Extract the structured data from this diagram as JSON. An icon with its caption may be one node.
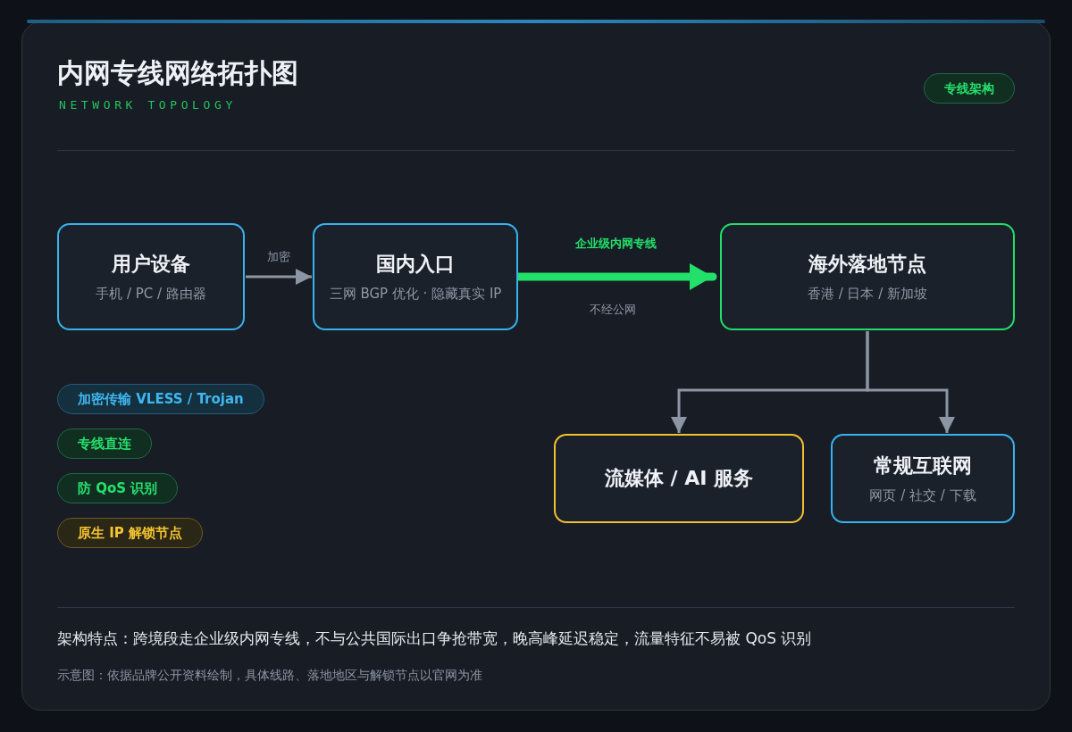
{
  "diagram": {
    "title": "内网专线网络拓扑图",
    "nodes": [
      {
        "text": [
          "专线架构"
        ]
      },
      {
        "text": [
          "用户设备",
          "手机 / PC / 路由器"
        ]
      },
      {
        "text": [
          "国内入口",
          "三网 BGP 优化 · 隐藏真实 IP"
        ]
      },
      {
        "text": [
          "海外落地节点",
          "香港 / 日本 / 新加坡"
        ]
      },
      {
        "text": [
          "流媒体 / AI 服务"
        ]
      },
      {
        "text": [
          "常规互联网",
          "网页 / 社交 / 下载"
        ]
      },
      {
        "text": [
          "加密传输 VLESS / Trojan"
        ]
      },
      {
        "text": [
          "专线直连"
        ]
      },
      {
        "text": [
          "防 QoS 识别"
        ]
      },
      {
        "text": [
          "原生 IP 解锁节点"
        ]
      }
    ],
    "edges": [
      {
        "from": 1,
        "to": 2,
        "arrow": "to",
        "label": "加密"
      },
      {
        "from": 2,
        "to": 3,
        "arrow": "to",
        "label": "企业级内网专线",
        "style": "thick",
        "color": "#22e06a"
      },
      {
        "from": 3,
        "to": 4,
        "arrow": "to"
      },
      {
        "from": 3,
        "to": 5,
        "arrow": "to"
      }
    ],
    "labels": [
      "NETWORK TOPOLOGY",
      "不经公网",
      "架构特点：跨境段走企业级内网专线，不与公共国际出口争抢带宽，晚高峰延迟稳定，流量特征不易被 QoS 识别",
      "示意图：依据品牌公开资料绘制，具体线路、落地地区与解锁节点以官网为准"
    ]
  }
}
